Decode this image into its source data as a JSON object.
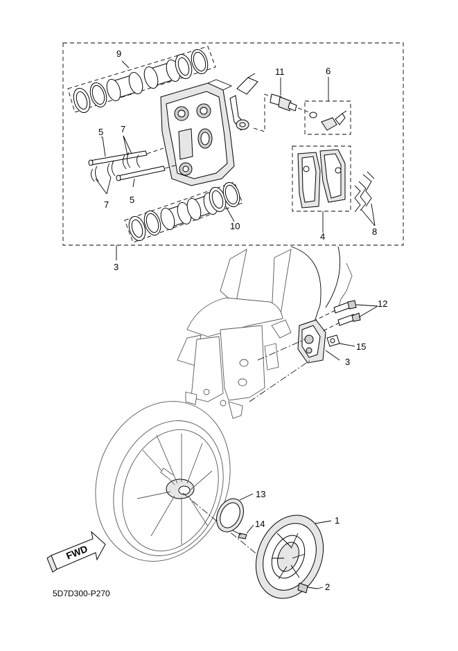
{
  "diagram": {
    "code": "5D7D300-P270",
    "direction_label": "FWD",
    "callouts": [
      "1",
      "2",
      "3",
      "3",
      "4",
      "5",
      "5",
      "6",
      "7",
      "7",
      "7",
      "8",
      "9",
      "10",
      "11",
      "12",
      "13",
      "14",
      "15"
    ]
  }
}
